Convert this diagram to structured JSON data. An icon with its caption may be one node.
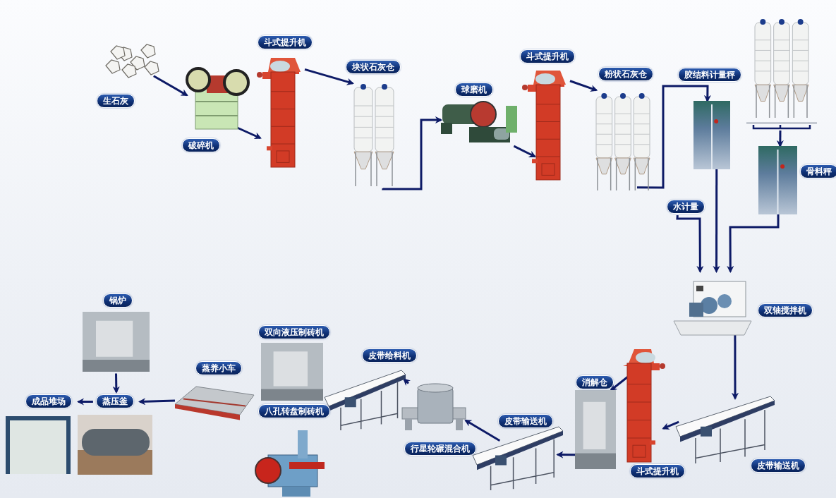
{
  "diagram": {
    "nodes": [
      {
        "text": [
          "生石灰"
        ]
      },
      {
        "text": [
          "破碎机"
        ]
      },
      {
        "text": [
          "斗式提升机"
        ]
      },
      {
        "text": [
          "块状石灰仓"
        ]
      },
      {
        "text": [
          "球磨机"
        ]
      },
      {
        "text": [
          "斗式提升机"
        ]
      },
      {
        "text": [
          "粉状石灰仓"
        ]
      },
      {
        "text": [
          "胶结料计量秤"
        ]
      },
      {
        "text": [],
        "shape": "picture"
      },
      {
        "text": [
          "骨料秤"
        ]
      },
      {
        "text": [
          "水计量"
        ]
      },
      {
        "text": [
          "双轴搅拌机"
        ]
      },
      {
        "text": [
          "皮带输送机"
        ]
      },
      {
        "text": [
          "斗式提升机"
        ]
      },
      {
        "text": [
          "消解仓"
        ]
      },
      {
        "text": [
          "皮带输送机"
        ]
      },
      {
        "text": [
          "行星轮碾混合机"
        ]
      },
      {
        "text": [
          "皮带给料机"
        ]
      },
      {
        "text": [
          "双向液压制砖机"
        ]
      },
      {
        "text": [
          "八孔转盘制砖机"
        ]
      },
      {
        "text": [
          "蒸养小车"
        ]
      },
      {
        "text": [
          "锅炉"
        ]
      },
      {
        "text": [
          "蒸压釜"
        ]
      },
      {
        "text": [
          "成品堆场"
        ]
      }
    ],
    "edges": [
      {
        "from": 0,
        "to": 1,
        "arrow": "to"
      },
      {
        "from": 1,
        "to": 2,
        "arrow": "to"
      },
      {
        "from": 2,
        "to": 3,
        "arrow": "to"
      },
      {
        "from": 3,
        "to": 4,
        "arrow": "to"
      },
      {
        "from": 4,
        "to": 5,
        "arrow": "to"
      },
      {
        "from": 5,
        "to": 6,
        "arrow": "to"
      },
      {
        "from": 6,
        "to": 7,
        "arrow": "to"
      },
      {
        "from": 8,
        "to": 9,
        "arrow": "to"
      },
      {
        "from": 7,
        "to": 11,
        "arrow": "to"
      },
      {
        "from": 9,
        "to": 11,
        "arrow": "to"
      },
      {
        "from": 10,
        "to": 11,
        "arrow": "to"
      },
      {
        "from": 11,
        "to": 12,
        "arrow": "to"
      },
      {
        "from": 12,
        "to": 13,
        "arrow": "to"
      },
      {
        "from": 13,
        "to": 14,
        "arrow": "to"
      },
      {
        "from": 14,
        "to": 15,
        "arrow": "to"
      },
      {
        "from": 15,
        "to": 16,
        "arrow": "to"
      },
      {
        "from": 16,
        "to": 17,
        "arrow": "to"
      },
      {
        "from": 20,
        "to": 22,
        "arrow": "to"
      },
      {
        "from": 21,
        "to": 22,
        "arrow": "to"
      },
      {
        "from": 22,
        "to": 23,
        "arrow": "to"
      }
    ]
  }
}
